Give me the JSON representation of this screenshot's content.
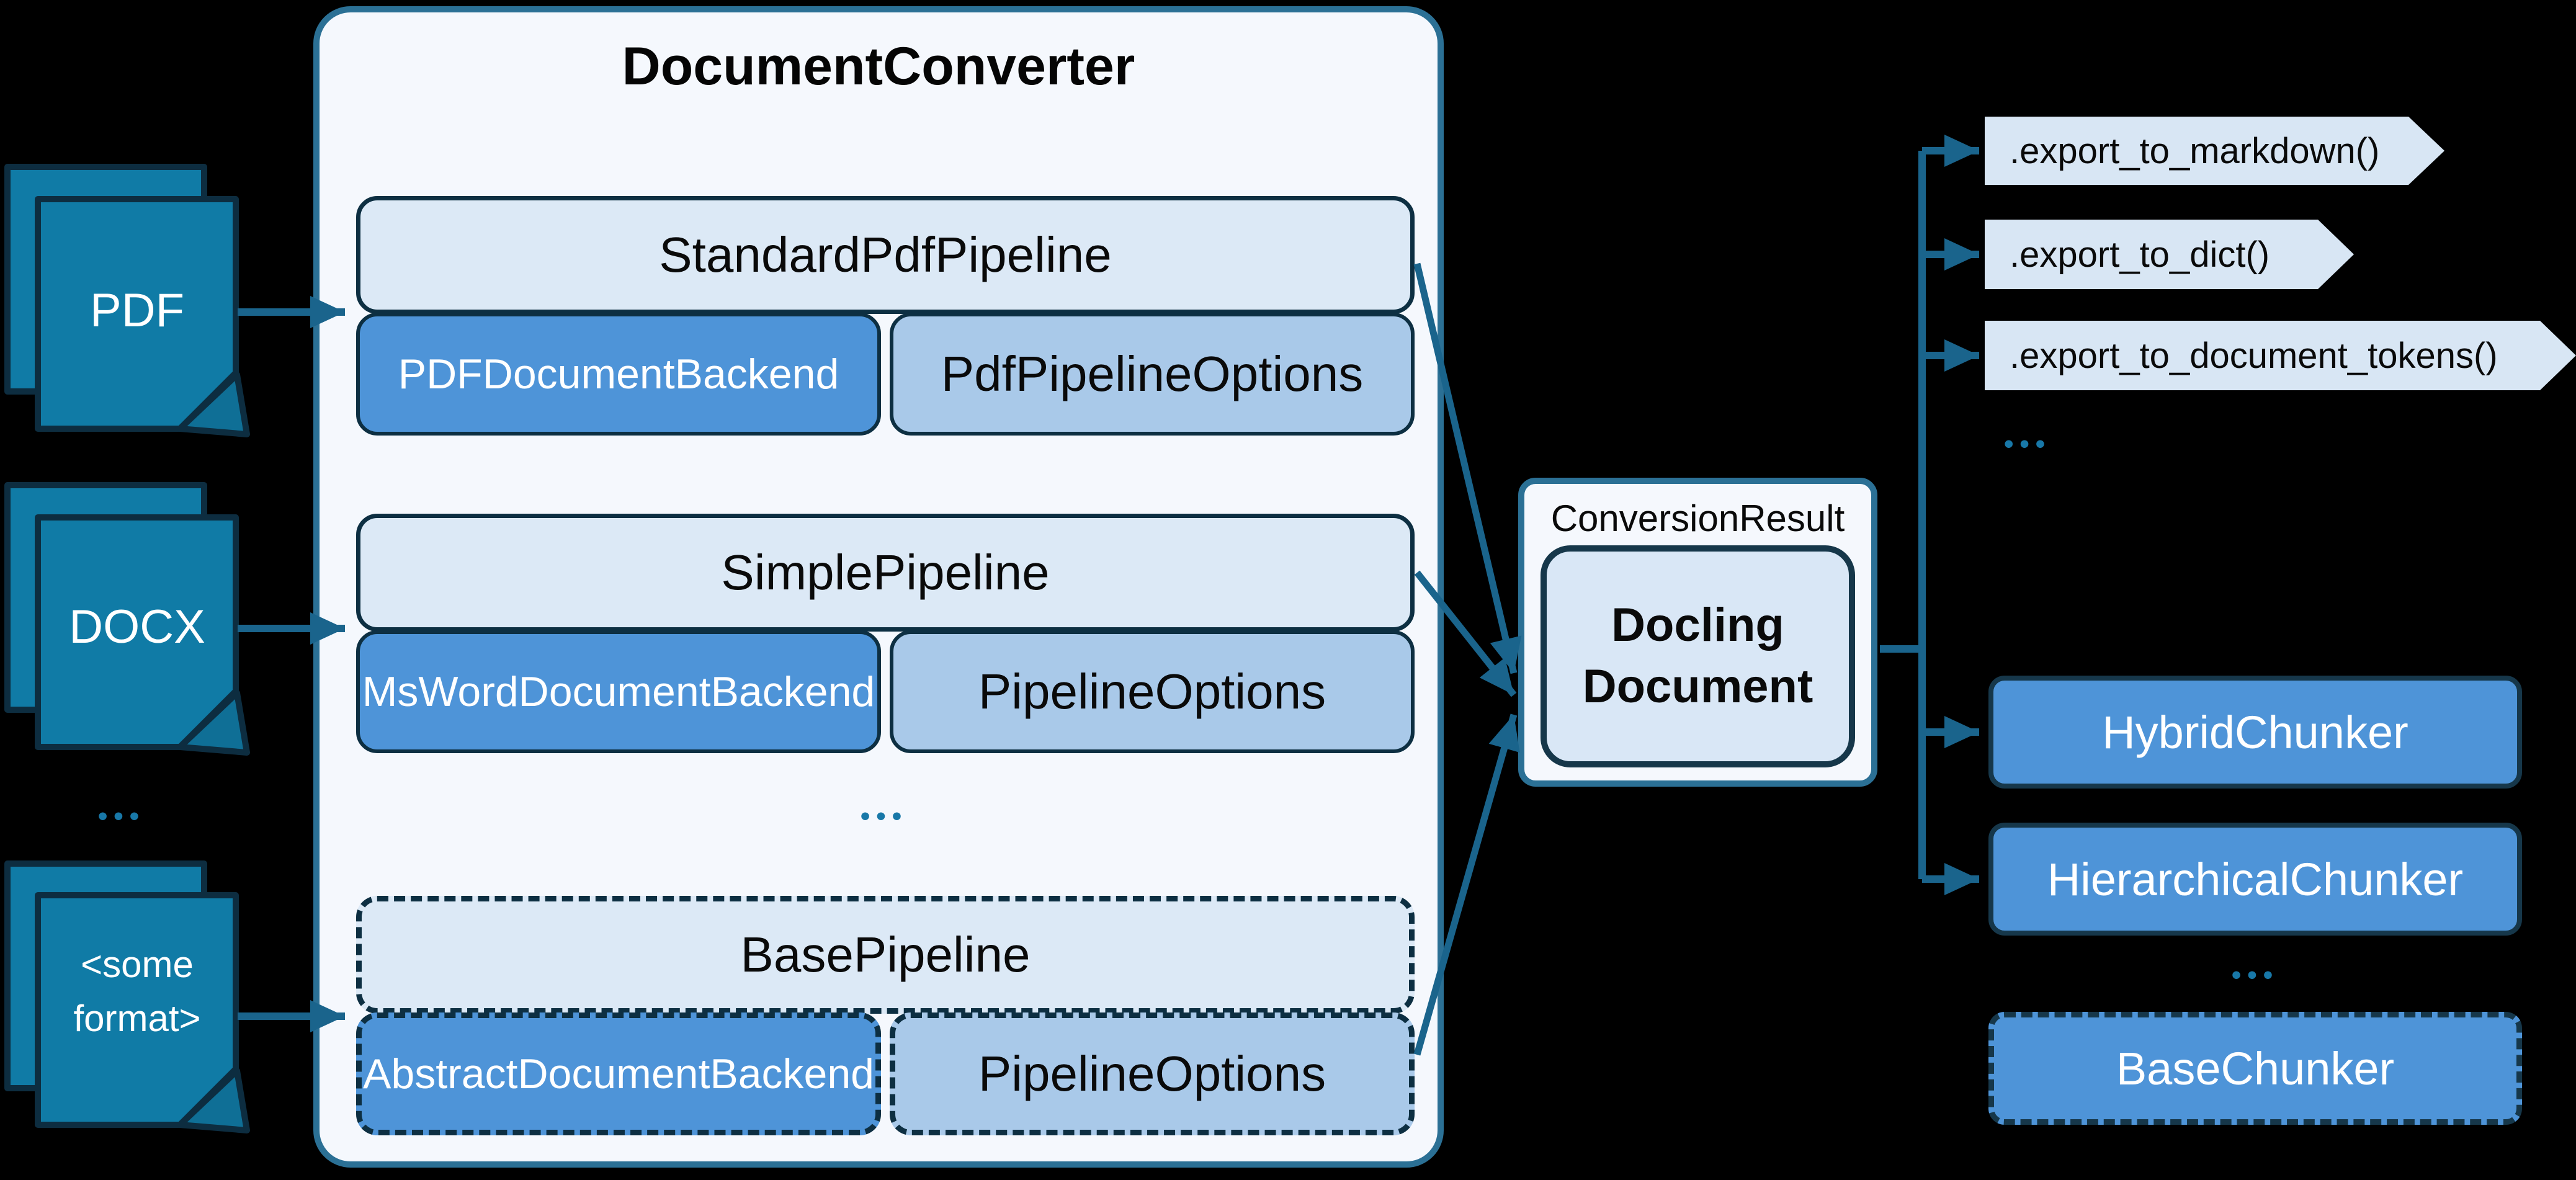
{
  "diagram": {
    "title": "DocumentConverter",
    "inputs": [
      {
        "label": "PDF"
      },
      {
        "label": "DOCX"
      },
      {
        "label": "<some format>"
      }
    ],
    "ellipsis": "•••",
    "pipelines": [
      {
        "pipeline": "StandardPdfPipeline",
        "backend": "PDFDocumentBackend",
        "options": "PdfPipelineOptions"
      },
      {
        "pipeline": "SimplePipeline",
        "backend": "MsWordDocumentBackend",
        "options": "PipelineOptions"
      },
      {
        "pipeline": "BasePipeline",
        "backend": "AbstractDocumentBackend",
        "options": "PipelineOptions"
      }
    ],
    "result": {
      "label": "ConversionResult",
      "document": "Docling Document"
    },
    "exports": [
      {
        "label": ".export_to_markdown()"
      },
      {
        "label": ".export_to_dict()"
      },
      {
        "label": ".export_to_document_tokens()"
      }
    ],
    "chunkers": [
      {
        "label": "HybridChunker"
      },
      {
        "label": "HierarchicalChunker"
      },
      {
        "label": "BaseChunker"
      }
    ],
    "colors": {
      "document_fill": "#107BA6",
      "document_border": "#0D2D40",
      "container_fill": "#F5F8FD",
      "container_border": "#2B7095",
      "pipeline_fill": "#DCE9F6",
      "backend_fill": "#4E94D8",
      "options_fill": "#A9C9E9",
      "box_border": "#0D2F42",
      "inner_document_fill": "#D9E7F6",
      "tag_fill": "#D8E6F4",
      "chunker_fill": "#4E94D8",
      "arrow": "#1A648C",
      "dots": "#1878A8"
    }
  }
}
